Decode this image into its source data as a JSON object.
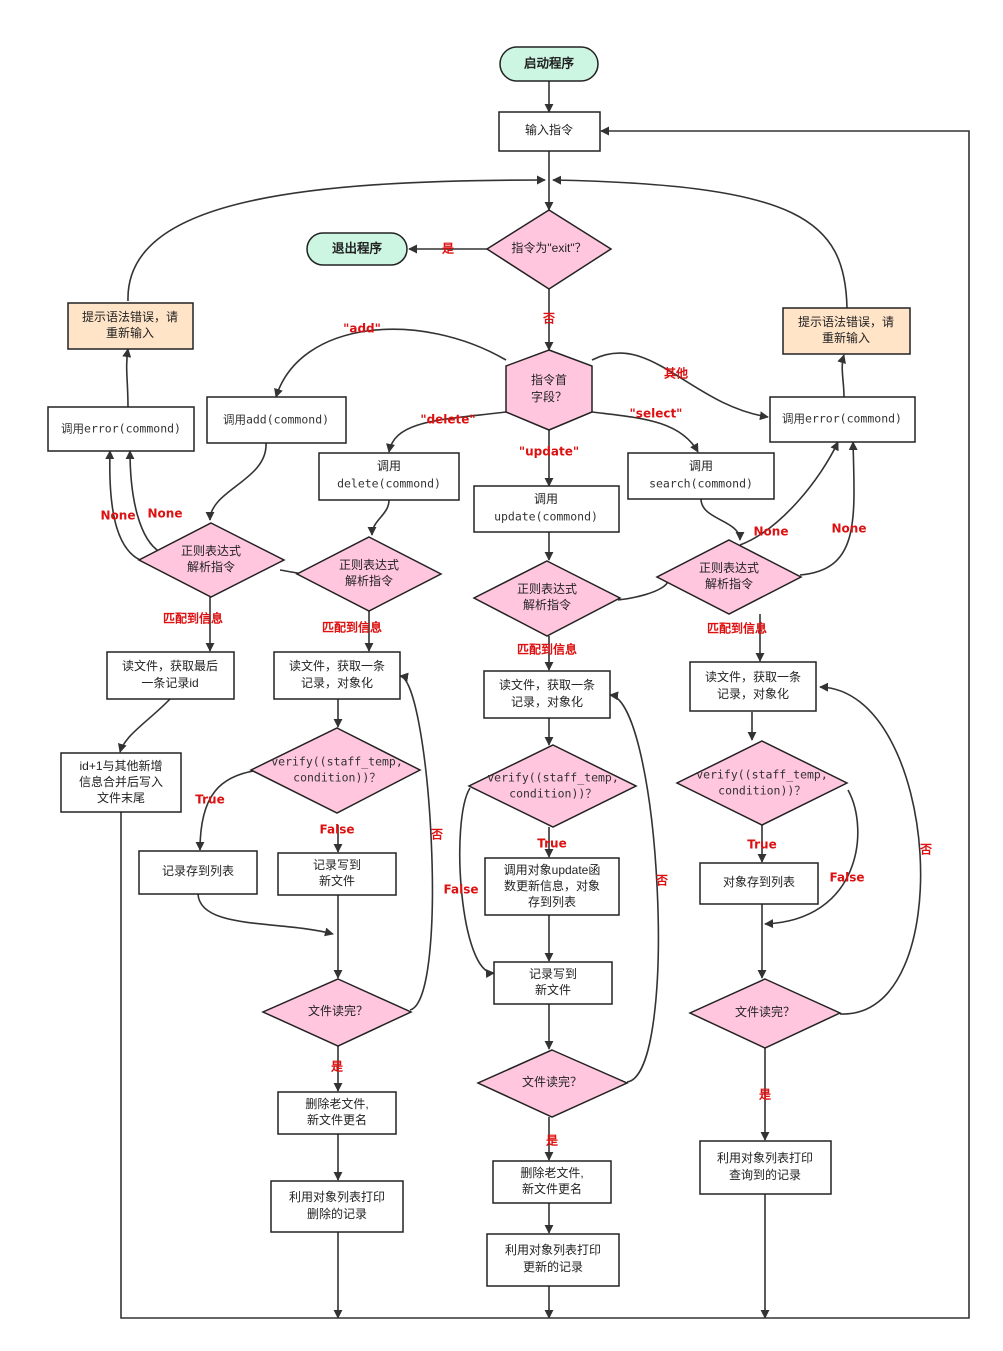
{
  "nodes": {
    "start": "启动程序",
    "input": "输入指令",
    "is_exit": "指令为\"exit\"？",
    "exit": "退出程序",
    "first_field": [
      "指令首",
      "字段？"
    ],
    "err_note_left": [
      "提示语法错误，请",
      "重新输入"
    ],
    "err_note_right": [
      "提示语法错误，请",
      "重新输入"
    ],
    "call_error_left": "调用error(commond)",
    "call_error_right": "调用error(commond)",
    "call_add": "调用add(commond)",
    "call_delete": [
      "调用",
      "delete(commond)"
    ],
    "call_update": [
      "调用",
      "update(commond)"
    ],
    "call_search": [
      "调用",
      "search(commond)"
    ],
    "regex_add": [
      "正则表达式",
      "解析指令"
    ],
    "regex_delete": [
      "正则表达式",
      "解析指令"
    ],
    "regex_update": [
      "正则表达式",
      "解析指令"
    ],
    "regex_search": [
      "正则表达式",
      "解析指令"
    ],
    "add_read": [
      "读文件，获取最后",
      "一条记录id"
    ],
    "add_write": [
      "id+1与其他新增",
      "信息合并后写入",
      "文件末尾"
    ],
    "del_read": [
      "读文件，获取一条",
      "记录，对象化"
    ],
    "del_verify": [
      "verify((staff_temp,",
      "condition))？"
    ],
    "del_store": "记录存到列表",
    "del_write": [
      "记录写到",
      "新文件"
    ],
    "del_done": "文件读完？",
    "del_replace": [
      "删除老文件,",
      "新文件更名"
    ],
    "del_print": [
      "利用对象列表打印",
      "删除的记录"
    ],
    "upd_read": [
      "读文件，获取一条",
      "记录，对象化"
    ],
    "upd_verify": [
      "verify((staff_temp,",
      "condition))？"
    ],
    "upd_apply": [
      "调用对象update函",
      "数更新信息，对象",
      "存到列表"
    ],
    "upd_write": [
      "记录写到",
      "新文件"
    ],
    "upd_done": "文件读完？",
    "upd_replace": [
      "删除老文件,",
      "新文件更名"
    ],
    "upd_print": [
      "利用对象列表打印",
      "更新的记录"
    ],
    "sel_read": [
      "读文件，获取一条",
      "记录，对象化"
    ],
    "sel_verify": [
      "verify((staff_temp,",
      "condition))？"
    ],
    "sel_store": "对象存到列表",
    "sel_done": "文件读完？",
    "sel_print": [
      "利用对象列表打印",
      "查询到的记录"
    ]
  },
  "labels": {
    "yes_exit": "是",
    "no_exit": "否",
    "add": "\"add\"",
    "delete": "\"delete\"",
    "update": "\"update\"",
    "select": "\"select\"",
    "other": "其他",
    "none_1": "None",
    "none_2": "None",
    "none_3": "None",
    "none_4": "None",
    "match_add": "匹配到信息",
    "match_delete": "匹配到信息",
    "match_update": "匹配到信息",
    "match_search": "匹配到信息",
    "del_true": "True",
    "del_false": "False",
    "del_no": "否",
    "del_yes": "是",
    "upd_true": "True",
    "upd_false": "False",
    "upd_no": "否",
    "upd_yes": "是",
    "sel_true": "True",
    "sel_false": "False",
    "sel_no": "否",
    "sel_yes": "是"
  },
  "colors": {
    "terminal": "#ccf5e2",
    "decision": "#ffc6de",
    "note": "#ffe4c8",
    "process": "#ffffff",
    "label": "#dd1111"
  }
}
